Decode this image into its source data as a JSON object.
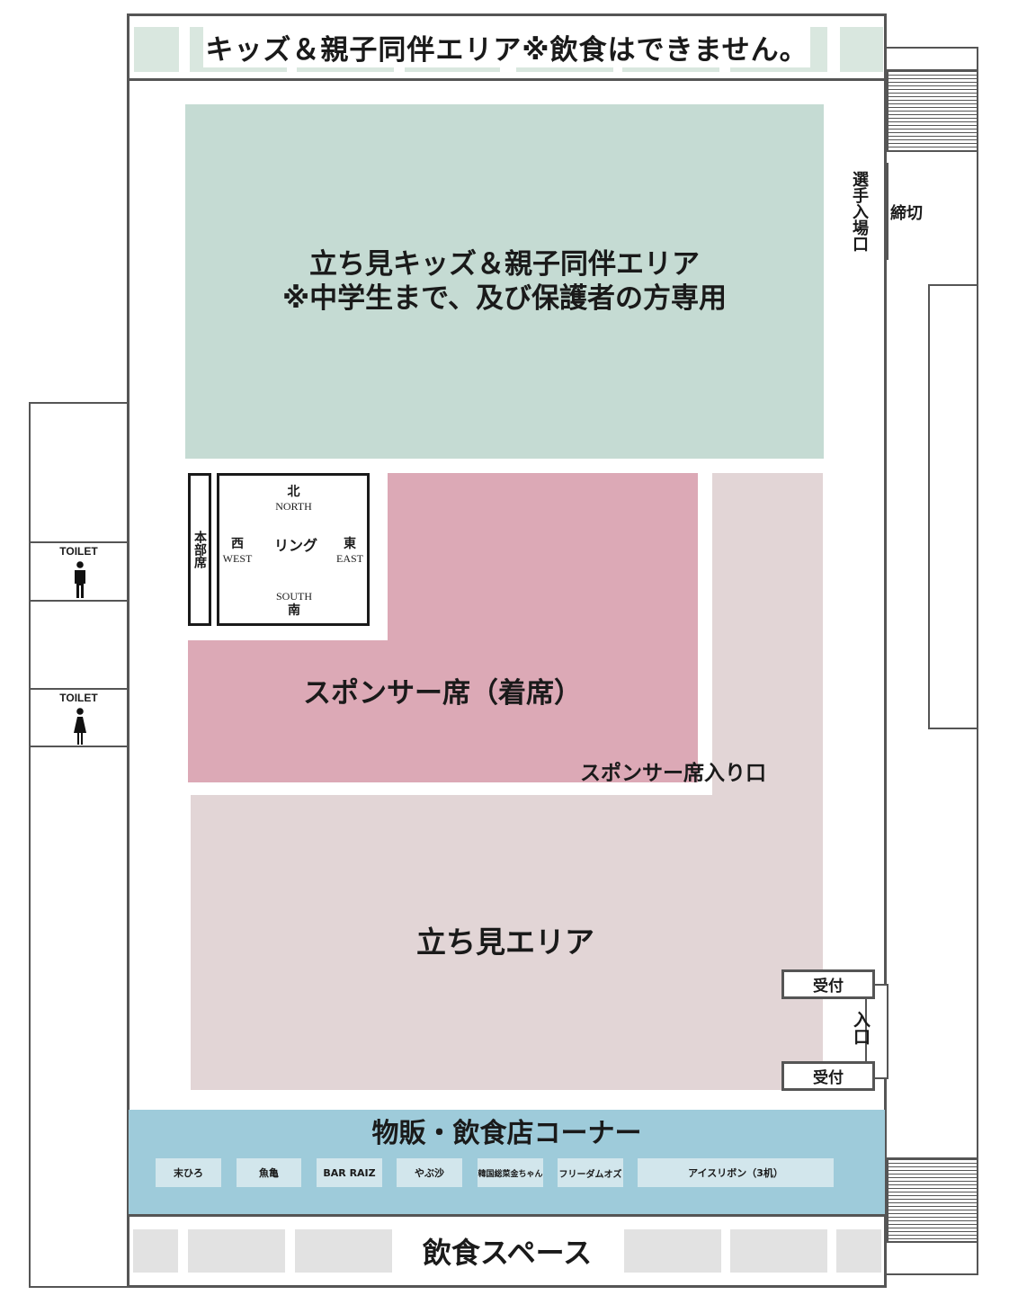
{
  "top_strip": {
    "text": "キッズ＆親子同伴エリア※飲食はできません。"
  },
  "kids_area": {
    "line1": "立ち見キッズ＆親子同伴エリア",
    "line2": "※中学生まで、及び保護者の方専用"
  },
  "honbu": {
    "label": "本部席"
  },
  "ring": {
    "center": "リング",
    "north_jp": "北",
    "north_en": "NORTH",
    "south_jp": "南",
    "south_en": "SOUTH",
    "west_jp": "西",
    "west_en": "WEST",
    "east_jp": "東",
    "east_en": "EAST"
  },
  "sponsor": {
    "label": "スポンサー席（着席）",
    "entrance": "スポンサー席入り口"
  },
  "standing": {
    "label": "立ち見エリア"
  },
  "athlete_entrance": {
    "label": "選手入場口"
  },
  "shimekiri": {
    "label": "締切"
  },
  "reception": {
    "top": "受付",
    "bottom": "受付",
    "entrance": "入口"
  },
  "toilets": [
    {
      "label": "TOILET",
      "icon": "male-icon"
    },
    {
      "label": "TOILET",
      "icon": "female-icon"
    }
  ],
  "shop": {
    "title": "物販・飲食店コーナー",
    "stalls": [
      "末ひろ",
      "魚亀",
      "BAR RAIZ",
      "やぶ沙",
      "韓国総菜金ちゃん",
      "フリーダムオズ",
      "アイスリボン（3机）"
    ]
  },
  "dining": {
    "title": "飲食スペース"
  },
  "colors": {
    "kids": "#c5dbd3",
    "sponsor": "#dca9b6",
    "standing": "#e2d5d6",
    "shop": "#9ecbda",
    "stall": "#d2e6ec",
    "dining": "#e2e2e2"
  }
}
